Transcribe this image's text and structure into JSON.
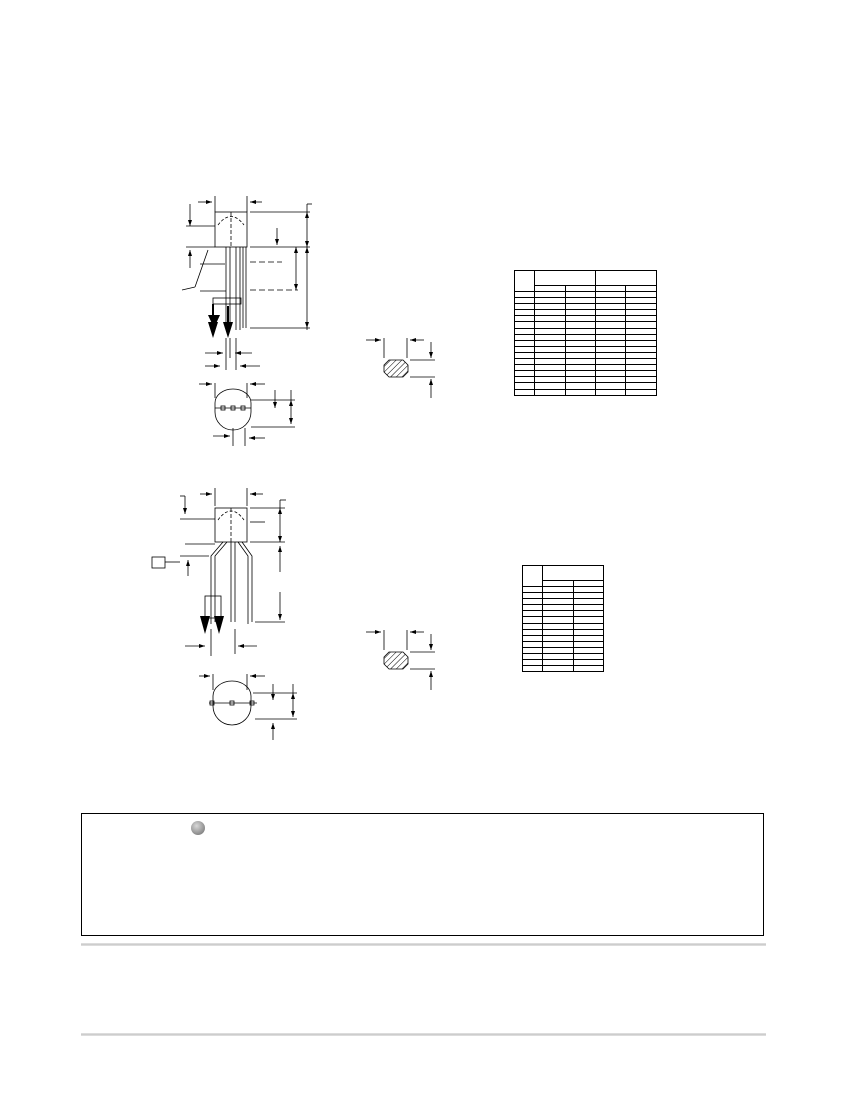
{
  "colors": {
    "ink": "#000000",
    "hatch_fill": "#ffffff",
    "rule": "#cfcfcf",
    "logo": "#8a8a8a"
  },
  "drawings": [
    {
      "kind": "package-side-view",
      "variant": "straight-lead"
    },
    {
      "kind": "package-bottom-view",
      "variant": "straight-lead"
    },
    {
      "kind": "lead-section",
      "variant": "straight-lead"
    },
    {
      "kind": "package-side-view",
      "variant": "formed-lead"
    },
    {
      "kind": "package-bottom-view",
      "variant": "formed-lead"
    },
    {
      "kind": "lead-section",
      "variant": "formed-lead"
    }
  ],
  "tables": [
    {
      "kind": "dimension-table",
      "group_columns": 2,
      "sub_columns_per_group": 2,
      "body_rows": 17
    },
    {
      "kind": "dimension-table",
      "group_columns": 1,
      "sub_columns_per_group": 2,
      "body_rows": 14
    }
  ],
  "footer": {
    "logo": "on-logo"
  }
}
